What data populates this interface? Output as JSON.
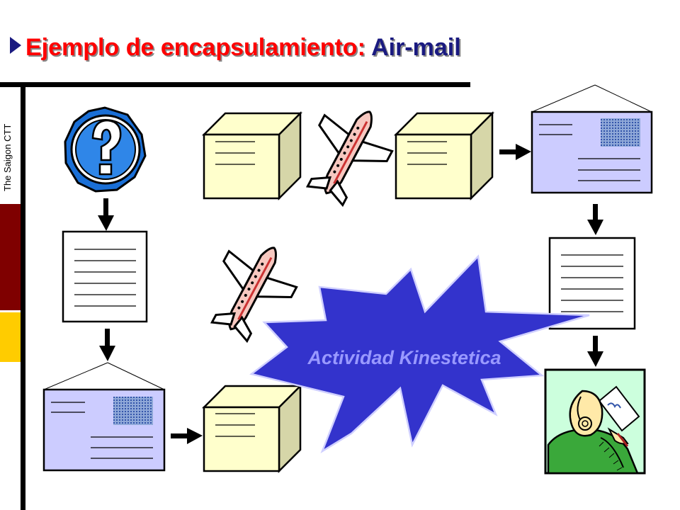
{
  "title": {
    "prefix": "Ejemplo de encapsulamiento:",
    "highlight": "Air-mail"
  },
  "sidebar": {
    "label": "The Saigon CTT"
  },
  "burst": {
    "label": "Actividad Kinestetica"
  },
  "colors": {
    "title_red": "#ff0000",
    "title_navy": "#1a1a80",
    "burst_blue": "#3333cc",
    "box_fill": "#ffffcc",
    "envelope_fill": "#ccccff",
    "sidebar_red": "#7f0000",
    "sidebar_yellow": "#ffcc00"
  },
  "icons": [
    "question-icon",
    "airplane-icon",
    "box-icon",
    "envelope-icon",
    "document-icon",
    "reader-icon",
    "arrow-icon"
  ]
}
